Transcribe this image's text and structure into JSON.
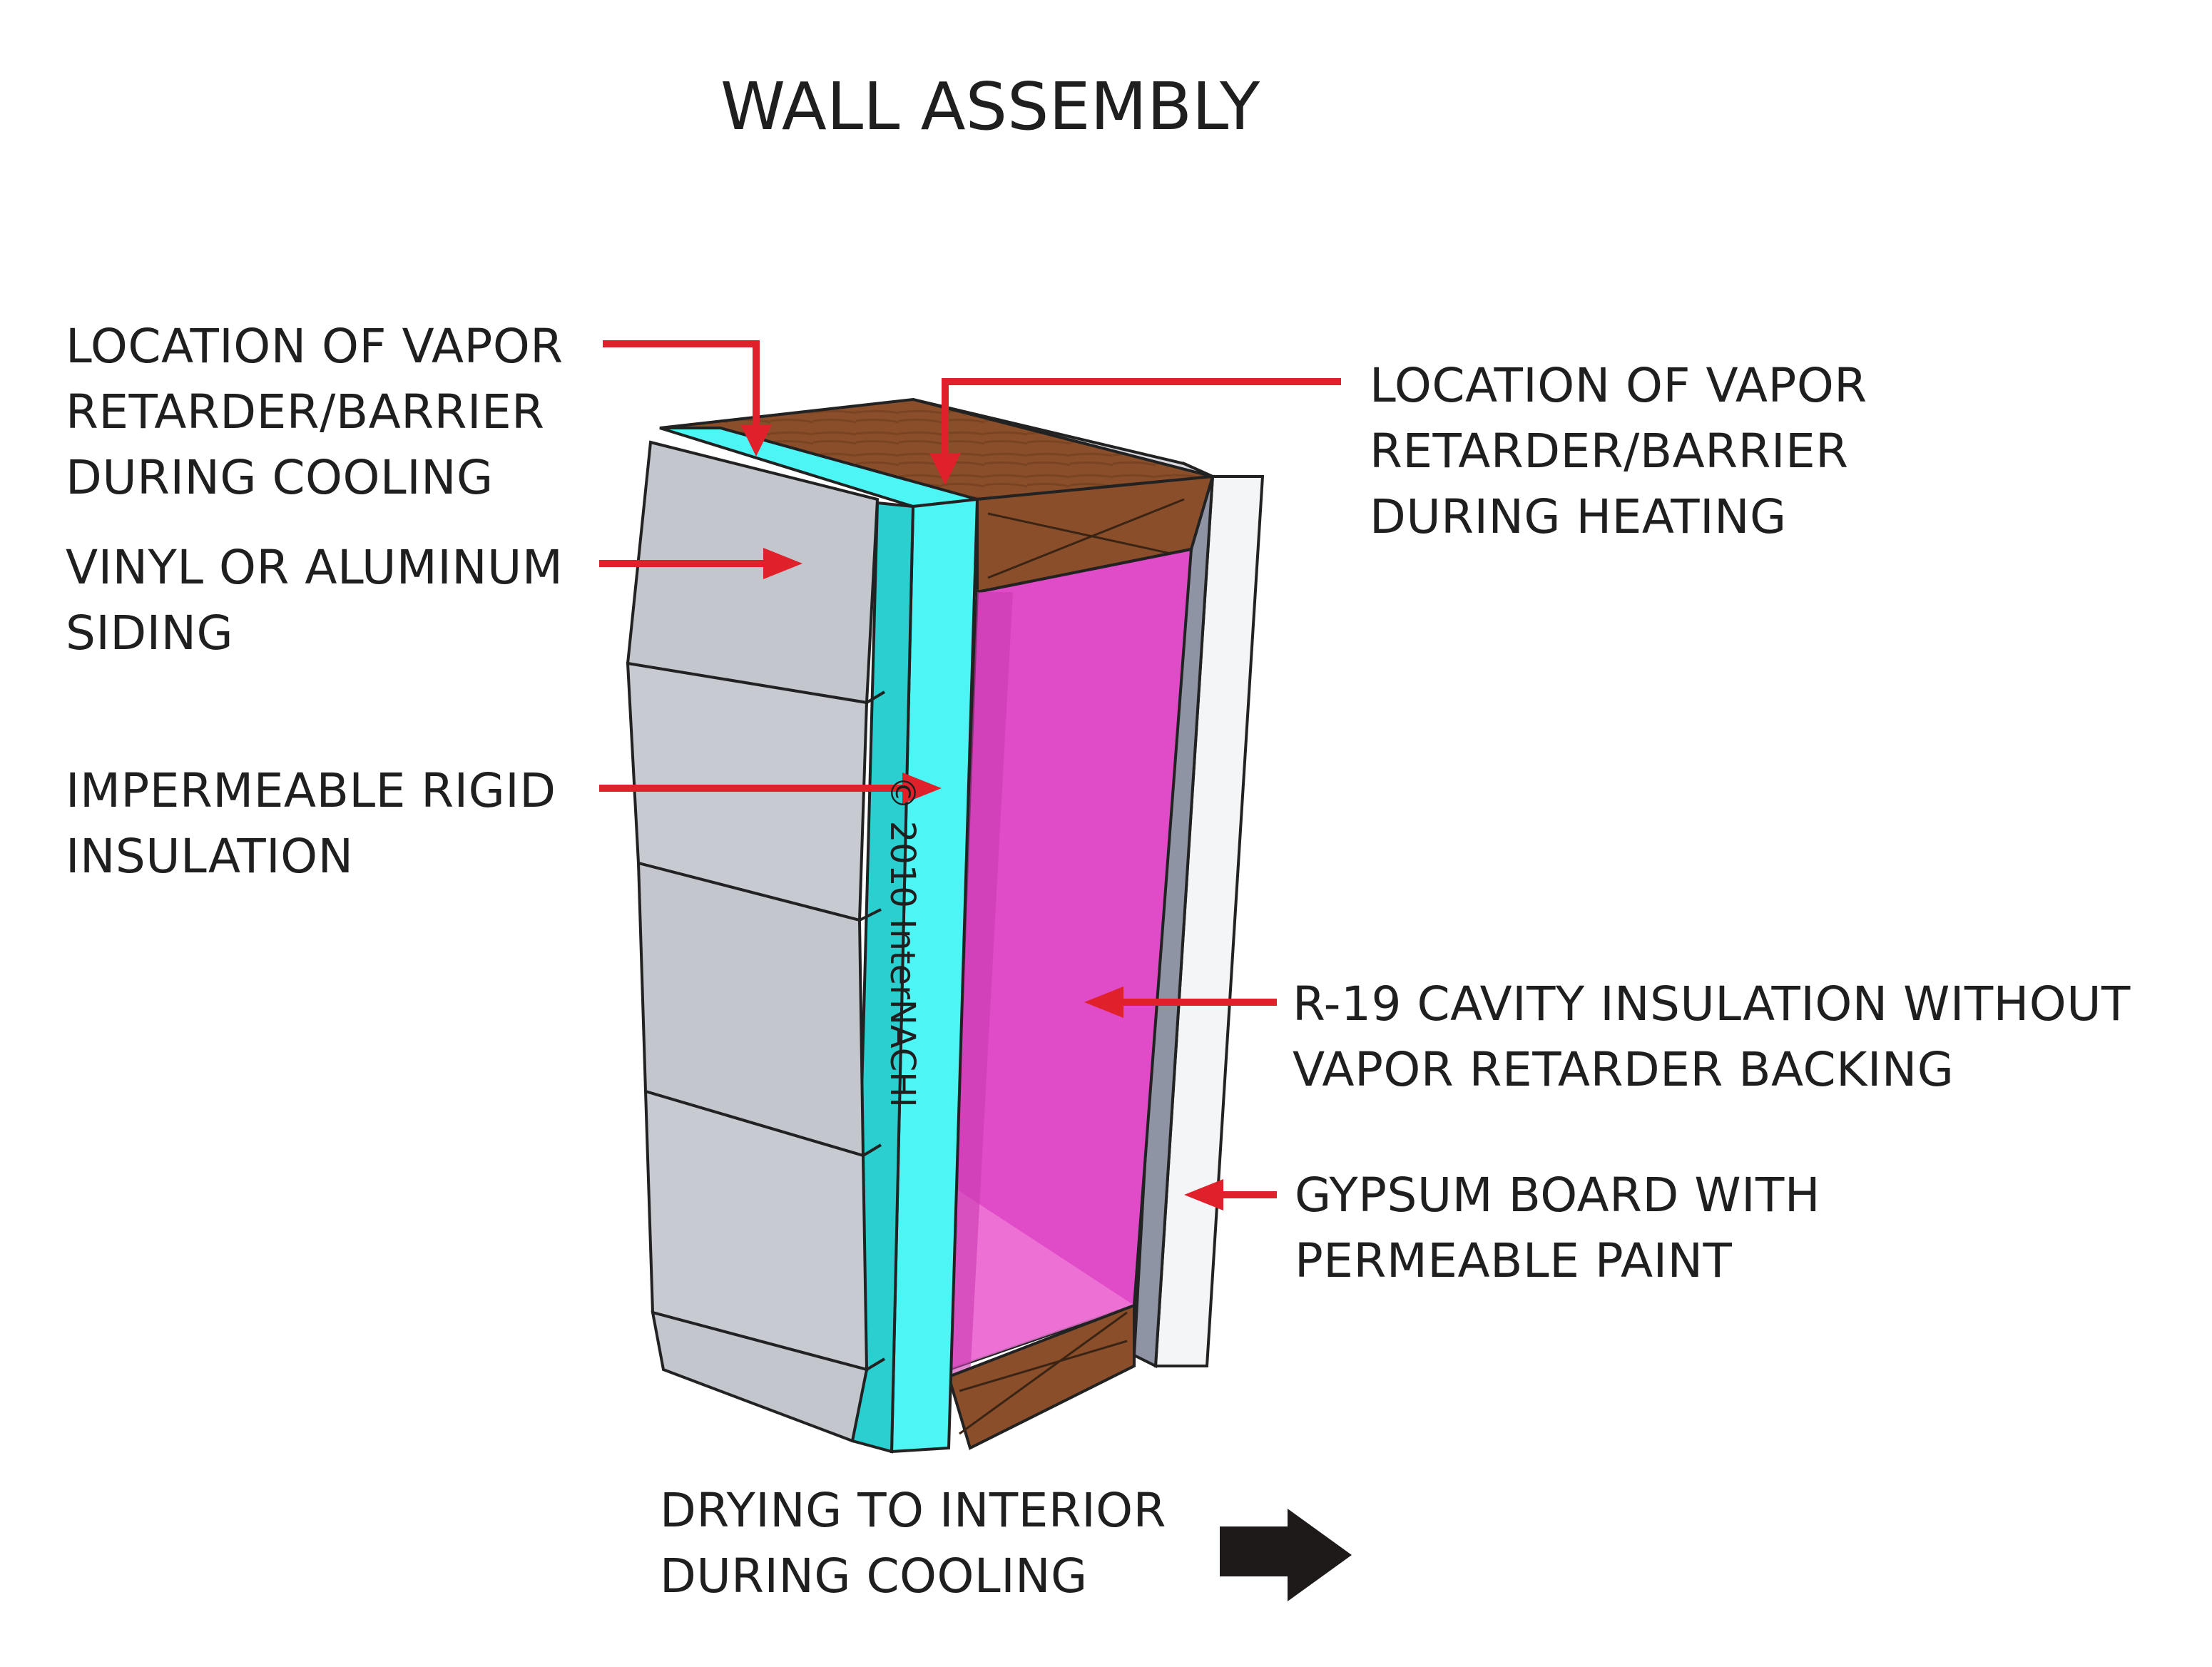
{
  "title": "WALL ASSEMBLY",
  "labels": {
    "vapor_cooling": [
      "LOCATION OF VAPOR",
      "RETARDER/BARRIER",
      "DURING COOLING"
    ],
    "siding": [
      "VINYL OR ALUMINUM",
      "SIDING"
    ],
    "rigid": [
      "IMPERMEABLE RIGID",
      "INSULATION"
    ],
    "vapor_heating": [
      "LOCATION OF VAPOR",
      "RETARDER/BARRIER",
      "DURING HEATING"
    ],
    "cavity": [
      "R-19 CAVITY INSULATION WITHOUT",
      "VAPOR RETARDER BACKING"
    ],
    "gypsum": [
      "GYPSUM BOARD WITH",
      "PERMEABLE PAINT"
    ],
    "drying": [
      "DRYING TO INTERIOR",
      "DURING COOLING"
    ]
  },
  "copyright": "© 2010 InterNACHI",
  "colors": {
    "arrow": "#e0202a",
    "siding": "#c3c6cc",
    "rigid_insulation": "#4ef5f5",
    "cavity_insulation": "#e04bc8",
    "wood": "#8a4f2a",
    "gypsum_edge": "#8e94a4",
    "drying_arrow": "#1f1a1a"
  }
}
